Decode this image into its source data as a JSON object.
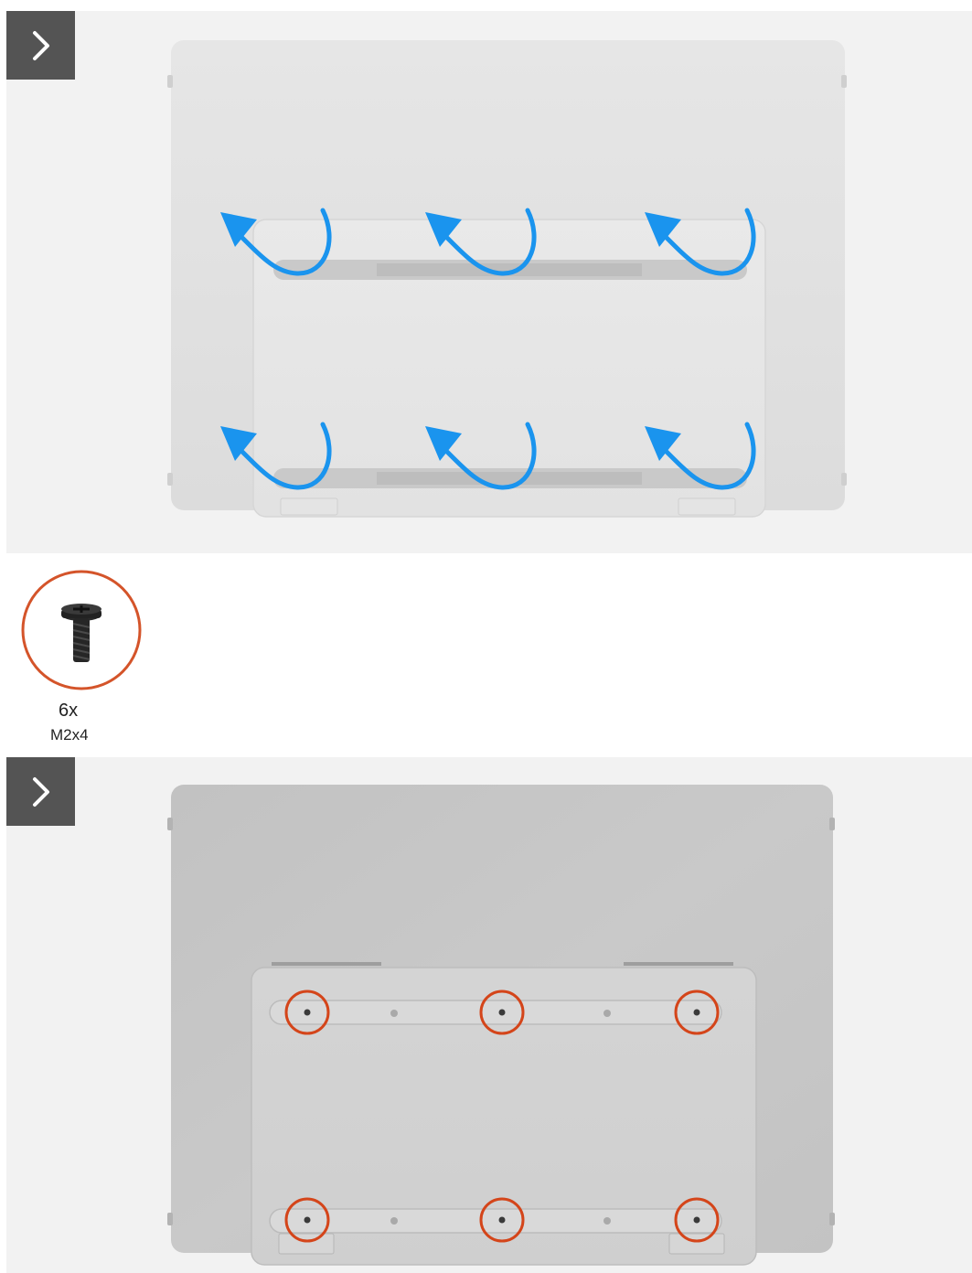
{
  "steps": [
    {
      "name": "step-1",
      "button_icon": "chevron-right-icon",
      "arrow_color": "#1a94ee",
      "arrow_icon": "counterclockwise-arrow-icon"
    },
    {
      "name": "step-2",
      "button_icon": "chevron-right-icon",
      "marker_color": "#d4451a",
      "marker_icon": "screw-location-circle-icon"
    }
  ],
  "screw": {
    "count": "6x",
    "size": "M2x4",
    "icon": "screw-icon",
    "ring_color": "#d4542a"
  }
}
